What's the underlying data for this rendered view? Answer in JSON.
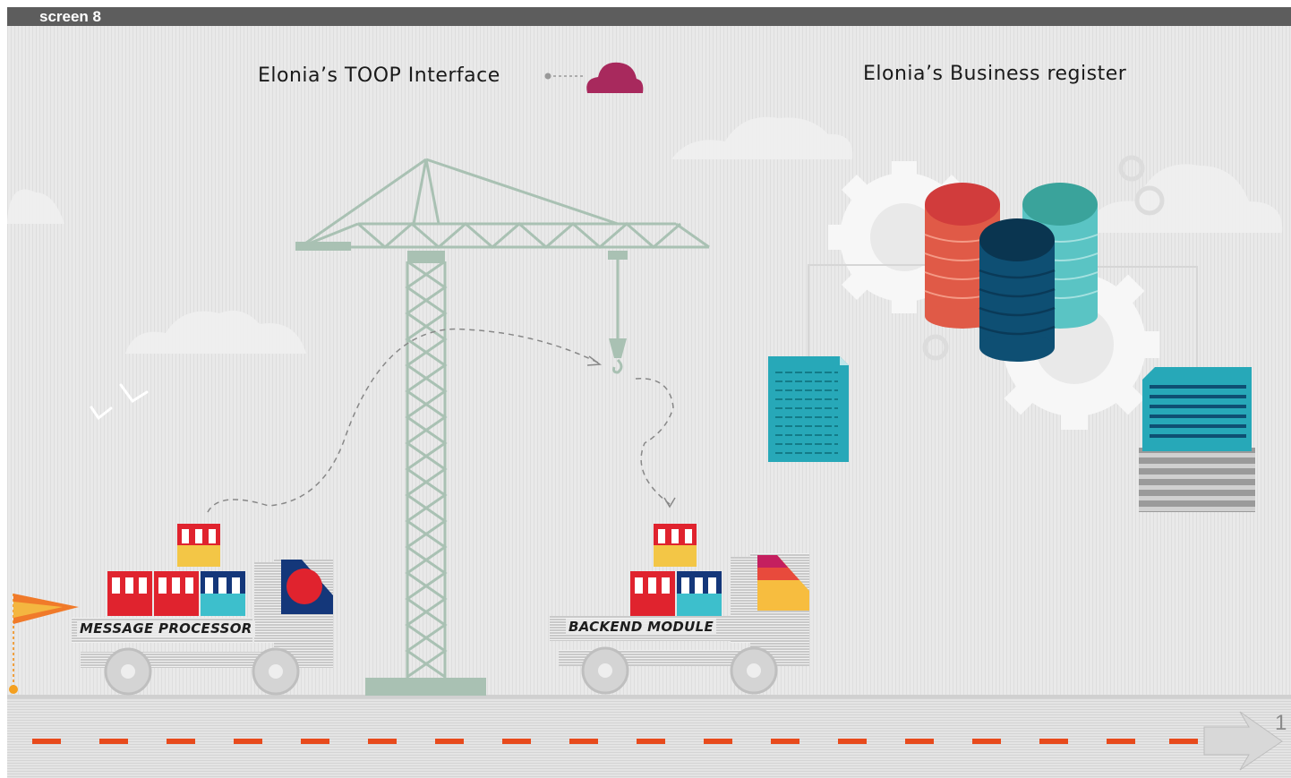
{
  "slide": {
    "screen_label": "screen 8",
    "interface_label": "Elonia’s TOOP Interface",
    "register_label": "Elonia’s Business register",
    "page_number": "1"
  },
  "trucks": {
    "message_processor_label": "MESSAGE PROCESSOR",
    "backend_module_label": "BACKEND MODULE"
  },
  "colors": {
    "background": "#e6e6e6",
    "crane": "#a9c1b3",
    "cloud_icon": "#a8295d",
    "db_red": "#e05a47",
    "db_navy": "#0e4f73",
    "db_teal": "#5ac4c4",
    "document_teal": "#27a8b8",
    "folder_red": "#e0232e",
    "folder_yellow": "#f3c646",
    "folder_cyan": "#3dbfcc",
    "road_dash": "#e84a1c"
  }
}
